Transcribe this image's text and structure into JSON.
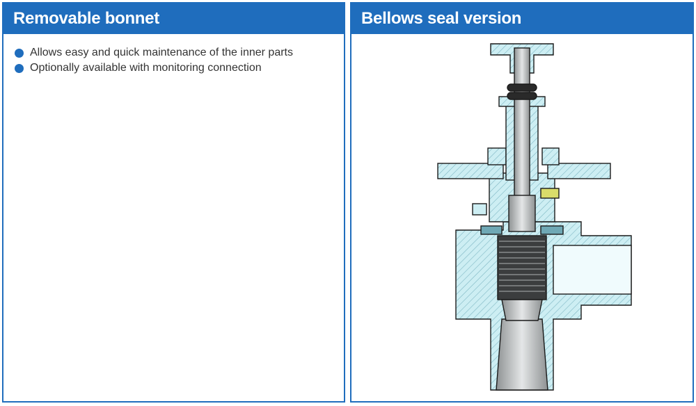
{
  "left_panel": {
    "title": "Removable bonnet",
    "features": [
      "Allows easy and quick maintenance of the inner parts",
      "Optionally available with monitoring connection"
    ]
  },
  "right_panel": {
    "title": "Bellows seal version"
  },
  "colors": {
    "brand_blue": "#1f6dbd",
    "section_fill": "#cdeef3",
    "section_outline": "#1a1a1a",
    "stem_gray": "#b4b7b8"
  }
}
